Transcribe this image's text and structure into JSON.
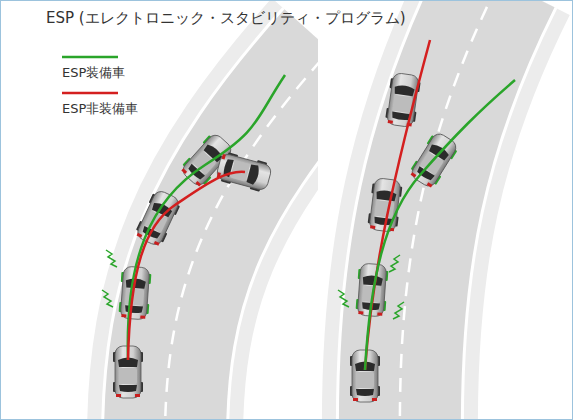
{
  "diagram": {
    "title": "ESP (エレクトロニック・スタビリティ・プログラム)",
    "legend": [
      {
        "text": "ESP装備車"
      },
      {
        "text": "ESP非装備車"
      }
    ]
  }
}
